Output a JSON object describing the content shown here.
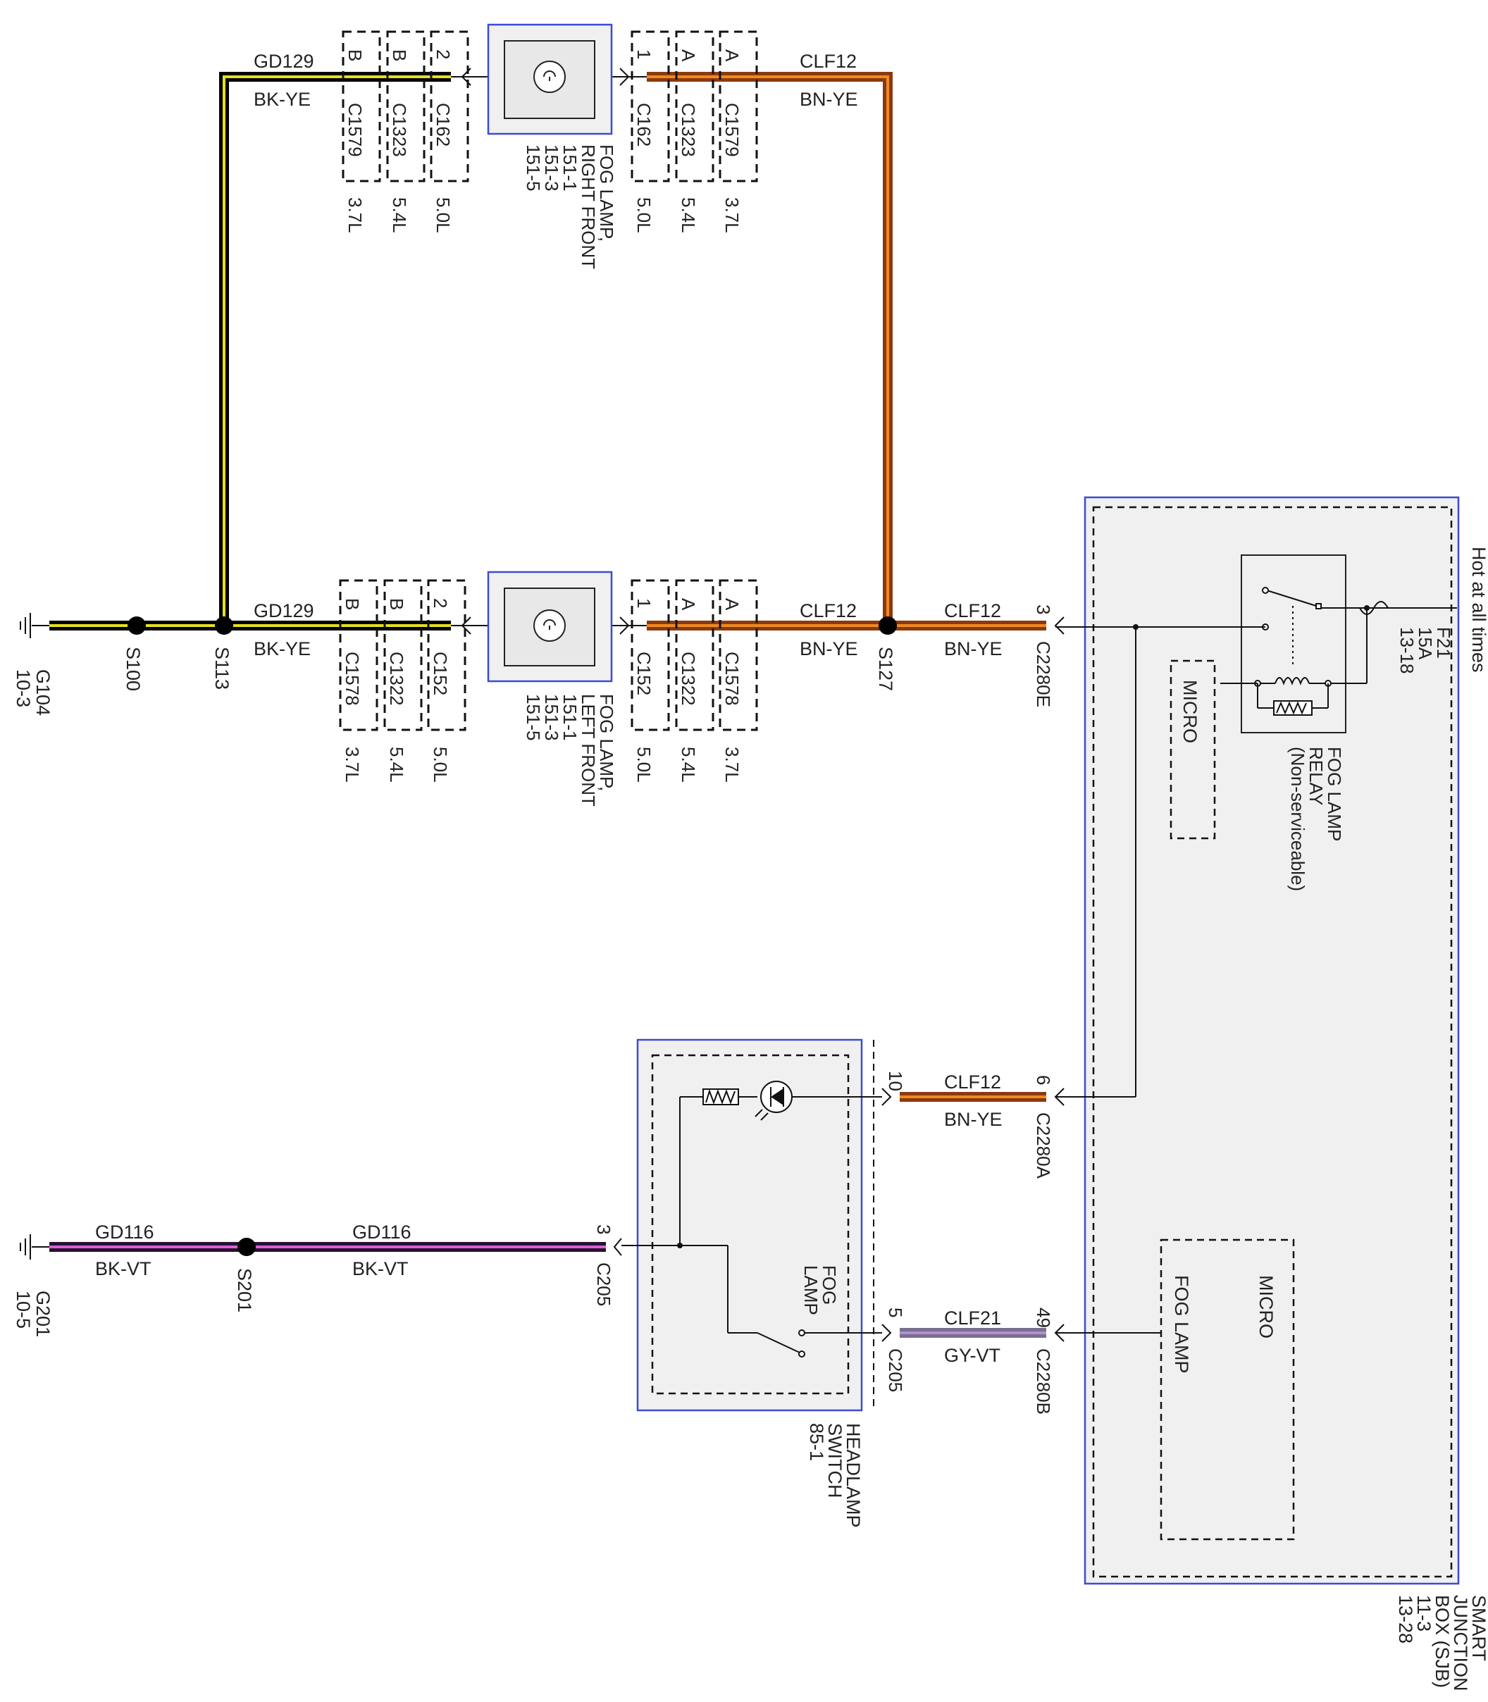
{
  "grounds": [
    {
      "id": "G104",
      "ref": "10-3"
    },
    {
      "id": "G201",
      "ref": "10-5"
    }
  ],
  "splices": [
    "S100",
    "S113",
    "S127",
    "S201"
  ],
  "wires": {
    "gd129": {
      "circuit": "GD129",
      "color": "BK-YE"
    },
    "clf12": {
      "circuit": "CLF12",
      "color": "BN-YE"
    },
    "gd116": {
      "circuit": "GD116",
      "color": "BK-VT"
    },
    "clf21": {
      "circuit": "CLF21",
      "color": "GY-VT"
    }
  },
  "wire_colors": {
    "bk_ye_core": "#000000",
    "bk_ye_stripe": "#e6e01e",
    "bn_ye_core": "#8a3a10",
    "bn_ye_stripe": "#f08a1e",
    "bk_vt_core": "#2a1030",
    "bk_vt_stripe": "#d860d8",
    "gy_vt_core": "#7a6e8e",
    "gy_vt_stripe": "#b090d0",
    "module_border": "#3b4bd6"
  },
  "right_lamp": {
    "name_line1": "FOG LAMP,",
    "name_line2": "RIGHT FRONT",
    "refs": [
      "151-1",
      "151-3",
      "151-5"
    ],
    "ground_side_connectors": [
      {
        "pin": "B",
        "conn": "C1579",
        "engine": "3.7L"
      },
      {
        "pin": "B",
        "conn": "C1323",
        "engine": "5.4L"
      },
      {
        "pin": "2",
        "conn": "C162",
        "engine": "5.0L"
      }
    ],
    "feed_side_connectors": [
      {
        "pin": "1",
        "conn": "C162",
        "engine": "5.0L"
      },
      {
        "pin": "A",
        "conn": "C1323",
        "engine": "5.4L"
      },
      {
        "pin": "A",
        "conn": "C1579",
        "engine": "3.7L"
      }
    ]
  },
  "left_lamp": {
    "name_line1": "FOG LAMP,",
    "name_line2": "LEFT FRONT",
    "refs": [
      "151-1",
      "151-3",
      "151-5"
    ],
    "ground_side_connectors": [
      {
        "pin": "B",
        "conn": "C1578",
        "engine": "3.7L"
      },
      {
        "pin": "B",
        "conn": "C1322",
        "engine": "5.4L"
      },
      {
        "pin": "2",
        "conn": "C152",
        "engine": "5.0L"
      }
    ],
    "feed_side_connectors": [
      {
        "pin": "1",
        "conn": "C152",
        "engine": "5.0L"
      },
      {
        "pin": "A",
        "conn": "C1322",
        "engine": "5.4L"
      },
      {
        "pin": "A",
        "conn": "C1578",
        "engine": "3.7L"
      }
    ]
  },
  "sjb": {
    "name": [
      "SMART",
      "JUNCTION",
      "BOX (SJB)",
      "11-3",
      "13-28"
    ],
    "hot_label": "Hot at all times",
    "fuse": {
      "id": "F21",
      "rating": "15A",
      "ref": "13-18"
    },
    "relay": [
      "FOG LAMP",
      "RELAY",
      "(Non-serviceable)"
    ],
    "micro_small": "MICRO",
    "micro_large": "MICRO",
    "micro_input": "FOG LAMP",
    "pins": [
      {
        "pin": "3",
        "conn": "C2280E"
      },
      {
        "pin": "6",
        "conn": "C2280A"
      },
      {
        "pin": "49",
        "conn": "C2280B"
      }
    ]
  },
  "headlamp_switch": {
    "name": [
      "HEADLAMP",
      "SWITCH",
      "85-1"
    ],
    "switch_label": [
      "FOG",
      "LAMP"
    ],
    "pins": [
      {
        "pin": "10",
        "conn": ""
      },
      {
        "pin": "5",
        "conn": "C205"
      },
      {
        "pin": "3",
        "conn": "C205"
      }
    ]
  }
}
